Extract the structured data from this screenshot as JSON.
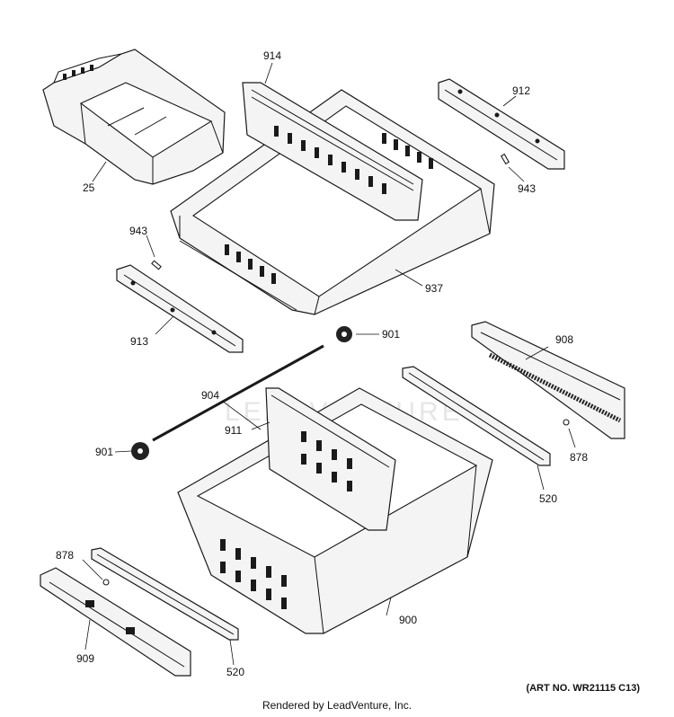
{
  "labels": {
    "p25": "25",
    "p914": "914",
    "p912": "912",
    "p943a": "943",
    "p943b": "943",
    "p937": "937",
    "p913": "913",
    "p901a": "901",
    "p901b": "901",
    "p904": "904",
    "p908": "908",
    "p911": "911",
    "p878a": "878",
    "p878b": "878",
    "p520a": "520",
    "p520b": "520",
    "p900": "900",
    "p909": "909"
  },
  "art_number": "(ART NO. WR21115 C13)",
  "footer": "Rendered by LeadVenture, Inc.",
  "watermark": "LEADVENTURE"
}
